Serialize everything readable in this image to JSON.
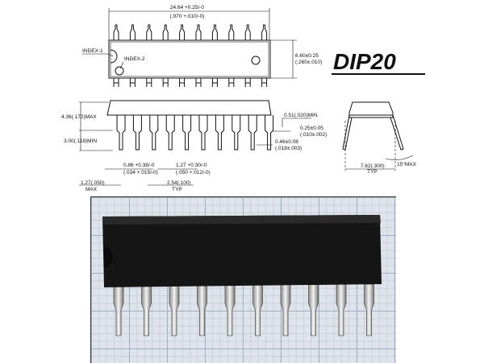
{
  "title": "DIP20",
  "top_view": {
    "length": "24.64 +0.25/-0",
    "length_in": "(.970 +.010/-0)",
    "width": "6.60±0.25",
    "width_in": "(.260±.010)",
    "index1": "INDEX-1",
    "index2": "INDEX-2"
  },
  "side_view": {
    "height_max": "4.36(.172)MAX",
    "lead_min": "3.00(.118)MIN",
    "standoff": "0.51(.020)MIN",
    "thickness": "0.25±0.05",
    "thickness_in": "(.010±.002)",
    "lead_width": "0.46±0.08",
    "lead_width_in": "(.018±.003)",
    "shoulder": "0.86 +0.38/-0",
    "shoulder_in": "(.034 +.015/-0)",
    "shoulder2": "1.27 +0.30/-0",
    "shoulder2_in": "(.050 +.012/-0)",
    "end_gap": "1.27(.050)",
    "end_gap_note": "MAX",
    "pitch": "2.54(.100)",
    "pitch_note": "TYP"
  },
  "end_view": {
    "row_spacing": "7.62(.300)",
    "row_spacing_note": "TYP",
    "angle": "15°MAX"
  }
}
